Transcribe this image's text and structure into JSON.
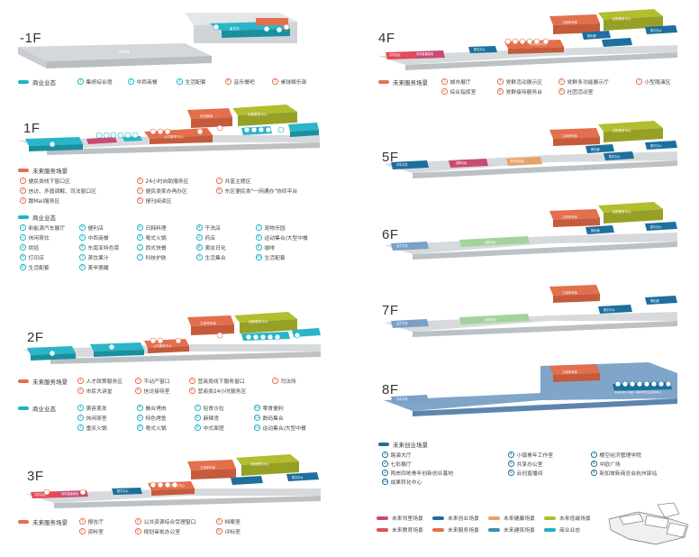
{
  "colors": {
    "orange": "#e46f4c",
    "teal": "#1fb3c6",
    "blue": "#1d6f9e",
    "olive": "#b3bd2e",
    "pink": "#c94a72",
    "lightgreen": "#a3d39c",
    "grey": "#bcc3c8",
    "darkteal": "#1a8fa0"
  },
  "floors": {
    "b1": {
      "label": "-1F",
      "blocks": [
        "停车场",
        "",
        "星巴克",
        ""
      ],
      "legend_title": "商业业态",
      "items": [
        {
          "n": "1",
          "t": "集妍综合馆"
        },
        {
          "n": "2",
          "t": "中西商餐"
        },
        {
          "n": "3",
          "t": "生活配套"
        },
        {
          "n": "4",
          "t": "音乐餐吧"
        },
        {
          "n": "5",
          "t": "桌球娱乐部"
        }
      ]
    },
    "f1": {
      "label": "1F",
      "blocks": [
        "社区服务",
        "创新服务中心",
        "公共服务中心"
      ],
      "service_title": "未来服务场景",
      "service_items": [
        {
          "n": "1",
          "t": "便民类线下窗口区"
        },
        {
          "n": "4",
          "t": "24小时自助服务区"
        },
        {
          "n": "7",
          "t": "共富主题区"
        },
        {
          "n": "2",
          "t": "信访、矛盾调解、司法窗口区"
        },
        {
          "n": "5",
          "t": "便民类家办再办区"
        },
        {
          "n": "8",
          "t": "东区便民类\"一网通办\"协同平台"
        },
        {
          "n": "3",
          "t": "跟Mall服务区"
        },
        {
          "n": "6",
          "t": "报刊阅读区"
        }
      ],
      "biz_title": "商业业态",
      "biz_items": [
        {
          "n": "1",
          "t": "新能源汽车展厅"
        },
        {
          "n": "9",
          "t": "便利店"
        },
        {
          "n": "6",
          "t": "日韩料理"
        },
        {
          "n": "8",
          "t": "干洗店"
        },
        {
          "n": "7",
          "t": "宠物乐园"
        },
        {
          "n": "2",
          "t": "休闲茶饮"
        },
        {
          "n": "3",
          "t": "中西商餐"
        },
        {
          "n": "4",
          "t": "粤式火锅"
        },
        {
          "n": "5",
          "t": "药店"
        },
        {
          "n": "6",
          "t": "运动集合/大型中餐"
        },
        {
          "n": "3",
          "t": "烘焙"
        },
        {
          "n": "4",
          "t": "东南亚特色菜"
        },
        {
          "n": "7",
          "t": "西式快餐"
        },
        {
          "n": "8",
          "t": "美妆日化"
        },
        {
          "n": "4",
          "t": "咖啡"
        },
        {
          "n": "9",
          "t": "打印店"
        },
        {
          "n": "1",
          "t": "茶饮果汁"
        },
        {
          "n": "7",
          "t": "科技护肤"
        },
        {
          "n": "5",
          "t": "生活集合"
        },
        {
          "n": "10",
          "t": "生活配套"
        },
        {
          "n": "8",
          "t": "生活配套"
        },
        {
          "n": "9",
          "t": "美甲美睫"
        }
      ]
    },
    "f2": {
      "label": "2F",
      "blocks": [
        "立体停车库",
        "创新服务中心",
        "公共服务中心"
      ],
      "service_title": "未来服务场景",
      "service_items": [
        {
          "n": "1",
          "t": "人才政策服务区"
        },
        {
          "n": "3",
          "t": "不动产窗口"
        },
        {
          "n": "5",
          "t": "营商类线下服务窗口"
        },
        {
          "n": "7",
          "t": "司法所"
        },
        {
          "n": "2",
          "t": "市民大讲堂"
        },
        {
          "n": "4",
          "t": "信访接待室"
        },
        {
          "n": "6",
          "t": "营商类24小时服务区"
        }
      ],
      "biz_title": "商业业态",
      "biz_items": [
        {
          "n": "1",
          "t": "美容美发"
        },
        {
          "n": "4",
          "t": "融合烤肉"
        },
        {
          "n": "7",
          "t": "轻食沙拉"
        },
        {
          "n": "10",
          "t": "零食便利"
        },
        {
          "n": "2",
          "t": "休闲茶室"
        },
        {
          "n": "5",
          "t": "特色烤鱼"
        },
        {
          "n": "8",
          "t": "麻辣烫"
        },
        {
          "n": "11",
          "t": "数码集合"
        },
        {
          "n": "3",
          "t": "重庆火锅"
        },
        {
          "n": "6",
          "t": "粤式火锅"
        },
        {
          "n": "9",
          "t": "中式面馆"
        },
        {
          "n": "12",
          "t": "运动集合/大型中餐"
        }
      ]
    },
    "f3": {
      "label": "3F",
      "blocks": [
        "共享会议",
        "电商直播基地",
        "数字办公",
        "公共服务中心",
        "立体停车库",
        "创新服务中心",
        "数字办公"
      ],
      "service_title": "未来服务场景",
      "service_items": [
        {
          "n": "1",
          "t": "报告厅"
        },
        {
          "n": "3",
          "t": "公共资源综合受理窗口"
        },
        {
          "n": "5",
          "t": "档案室"
        },
        {
          "n": "2",
          "t": "资料室"
        },
        {
          "n": "4",
          "t": "规划审批办公室"
        },
        {
          "n": "6",
          "t": "评标室"
        }
      ]
    },
    "f4": {
      "label": "4F",
      "blocks": [
        "共享会议",
        "电商直播基地",
        "数字办公",
        "公共服务中心",
        "立体停车库",
        "创新服务中心",
        "孵化器",
        "数字办公"
      ],
      "service_title": "未来服务场景",
      "service_items": [
        {
          "n": "1",
          "t": "城市展厅"
        },
        {
          "n": "3",
          "t": "党群活动展示区"
        },
        {
          "n": "5",
          "t": "党群多功能展示厅"
        },
        {
          "n": "7",
          "t": "小型路演区"
        },
        {
          "n": "2",
          "t": "综合指挥室"
        },
        {
          "n": "4",
          "t": "党群接待服务台"
        },
        {
          "n": "6",
          "t": "社团活动室"
        }
      ]
    },
    "f5": {
      "label": "5F",
      "blocks": [
        "青年共享",
        "创新创业",
        "未来实验室",
        "立体停车库",
        "创新服务中心",
        "孵化器",
        "数字办公",
        "数字办公"
      ]
    },
    "f6": {
      "label": "6F",
      "blocks": [
        "活力共享",
        "创新创业",
        "立体停车库",
        "创新服务中心",
        "孵化器",
        "数字办公"
      ]
    },
    "f7": {
      "label": "7F",
      "blocks": [
        "活力共享",
        "创新创业",
        "立体停车库",
        "数字办公",
        "孵化器"
      ]
    },
    "f8": {
      "label": "8F",
      "blocks": [
        "青年共享",
        "立体停车库",
        "未来科技大讲堂 小镇青年创业活动中心"
      ],
      "legend_title": "未来创业场景",
      "items": [
        {
          "n": "1",
          "t": "路演大厅"
        },
        {
          "n": "4",
          "t": "小镇青年工作室"
        },
        {
          "n": "7",
          "t": "樱空经济管理学院"
        },
        {
          "n": "2",
          "t": "七彩展厅"
        },
        {
          "n": "5",
          "t": "共享办公室"
        },
        {
          "n": "8",
          "t": "中欧广场"
        },
        {
          "n": "3",
          "t": "两岸四地青年创新创业基地"
        },
        {
          "n": "6",
          "t": "云创直播间"
        },
        {
          "n": "9",
          "t": "新加坡新商总会杭州驿站"
        },
        {
          "n": "10",
          "t": "成果转化中心"
        }
      ]
    }
  },
  "bottom_legend": [
    {
      "t": "未来邻里场景",
      "c": "#c94a72"
    },
    {
      "t": "未来创业场景",
      "c": "#1d6f9e"
    },
    {
      "t": "未来健康场景",
      "c": "#e5a26a"
    },
    {
      "t": "未来低碳场景",
      "c": "#b3bd2e"
    },
    {
      "t": "未来教育场景",
      "c": "#e44a5a"
    },
    {
      "t": "未来服务场景",
      "c": "#e46f4c"
    },
    {
      "t": "未来建筑场景",
      "c": "#3a8fb0"
    },
    {
      "t": "商业业态",
      "c": "#1fb3c6"
    }
  ]
}
